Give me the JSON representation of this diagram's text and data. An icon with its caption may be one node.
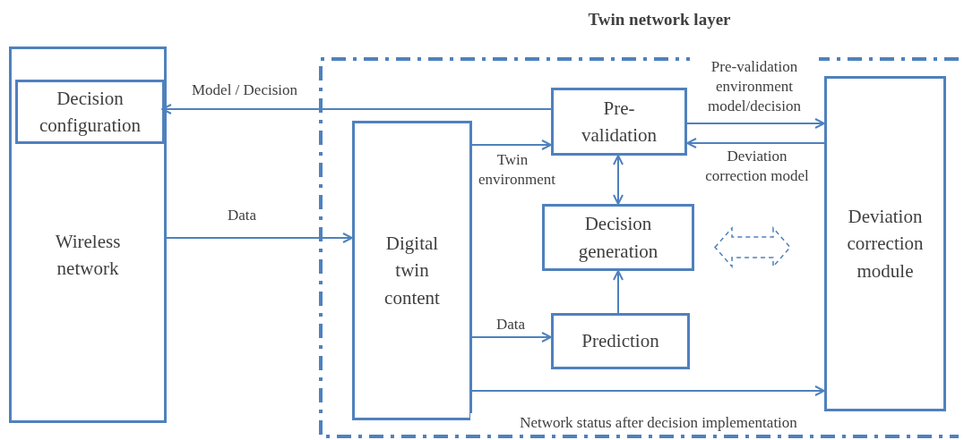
{
  "diagram": {
    "nodes": [
      {
        "text": [
          "Wireless network"
        ]
      },
      {
        "text": [
          "Decision configuration"
        ],
        "in": 0
      },
      {
        "text": [
          "Twin network layer"
        ]
      },
      {
        "text": [
          "Digital twin content"
        ],
        "in": 2
      },
      {
        "text": [
          "Pre-validation"
        ],
        "in": 2
      },
      {
        "text": [
          "Decision generation"
        ],
        "in": 2
      },
      {
        "text": [
          "Prediction"
        ],
        "in": 2
      },
      {
        "text": [
          "Deviation correction module"
        ],
        "in": 2
      },
      {
        "text": [],
        "shape": "double-arrow",
        "in": 2
      }
    ],
    "edges": [
      {
        "from": 4,
        "to": 1,
        "arrow": "to",
        "label": "Model / Decision"
      },
      {
        "from": 0,
        "to": 3,
        "arrow": "to",
        "label": "Data"
      },
      {
        "from": 3,
        "to": 4,
        "arrow": "to",
        "label": "Twin environment"
      },
      {
        "from": 4,
        "to": 7,
        "arrow": "to",
        "label": "Pre-validation environment model/decision"
      },
      {
        "from": 7,
        "to": 4,
        "arrow": "to",
        "label": "Deviation correction model"
      },
      {
        "from": 4,
        "to": 5,
        "arrow": "both"
      },
      {
        "from": 6,
        "to": 5,
        "arrow": "to"
      },
      {
        "from": 3,
        "to": 6,
        "arrow": "to",
        "label": "Data"
      },
      {
        "from": 3,
        "to": 7,
        "arrow": "to",
        "label": "Network status after decision implementation"
      }
    ]
  }
}
